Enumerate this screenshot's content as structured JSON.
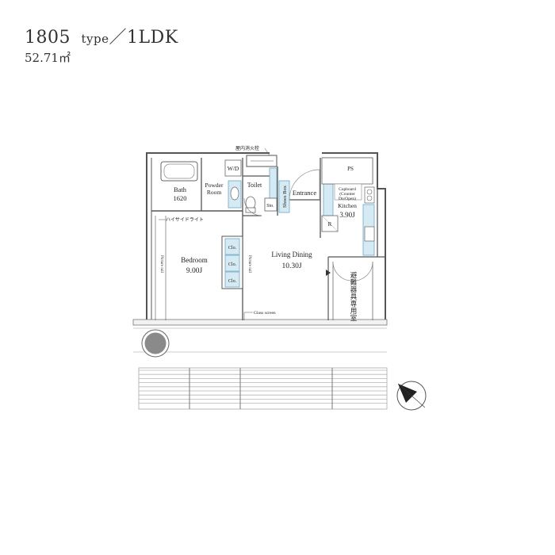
{
  "header": {
    "unit_number": "1805",
    "type_label": "type",
    "plan_type": "1LDK",
    "area": "52.71㎡"
  },
  "rooms": {
    "bath": "Bath",
    "bath_size": "1620",
    "wd": "W/D",
    "powder_room_1": "Powder",
    "powder_room_2": "Room",
    "toilet": "Toilet",
    "sto": "Sto.",
    "shoes_box": "Shoes Box",
    "entrance": "Entrance",
    "ps": "PS",
    "cupboard_1": "Cupboard",
    "cupboard_2": "(Counter",
    "cupboard_3": "Dn/Open)",
    "kitchen": "Kitchen",
    "kitchen_size": "3.90J",
    "refrigerator": "R",
    "bedroom": "Bedroom",
    "bedroom_size": "9.00J",
    "living_dining": "Living Dining",
    "living_dining_size": "10.30J",
    "clo_1": "Clo.",
    "clo_2": "Clo.",
    "clo_3": "Clo.",
    "picture_rail_1": "Picture rail",
    "picture_rail_2": "Picture rail",
    "glass_screen": "Glass screen",
    "high_side_light": "ハイサイドライト",
    "fire_hydrant": "屋内消火栓",
    "evacuation_room": [
      "避",
      "難",
      "器",
      "具",
      "専",
      "用",
      "室"
    ]
  },
  "colors": {
    "wall": "#555555",
    "line": "#666666",
    "storage_fill": "#d6eaf4",
    "storage_stroke": "#6fa8c8",
    "column": "#8a8a8a"
  }
}
